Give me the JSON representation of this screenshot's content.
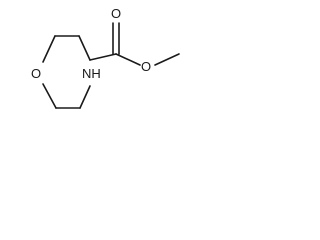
{
  "molecule": {
    "atoms": {
      "ring_oxygen": "O",
      "ring_nitrogen": "NH",
      "carbonyl_oxygen": "O",
      "ester_oxygen": "O"
    }
  }
}
